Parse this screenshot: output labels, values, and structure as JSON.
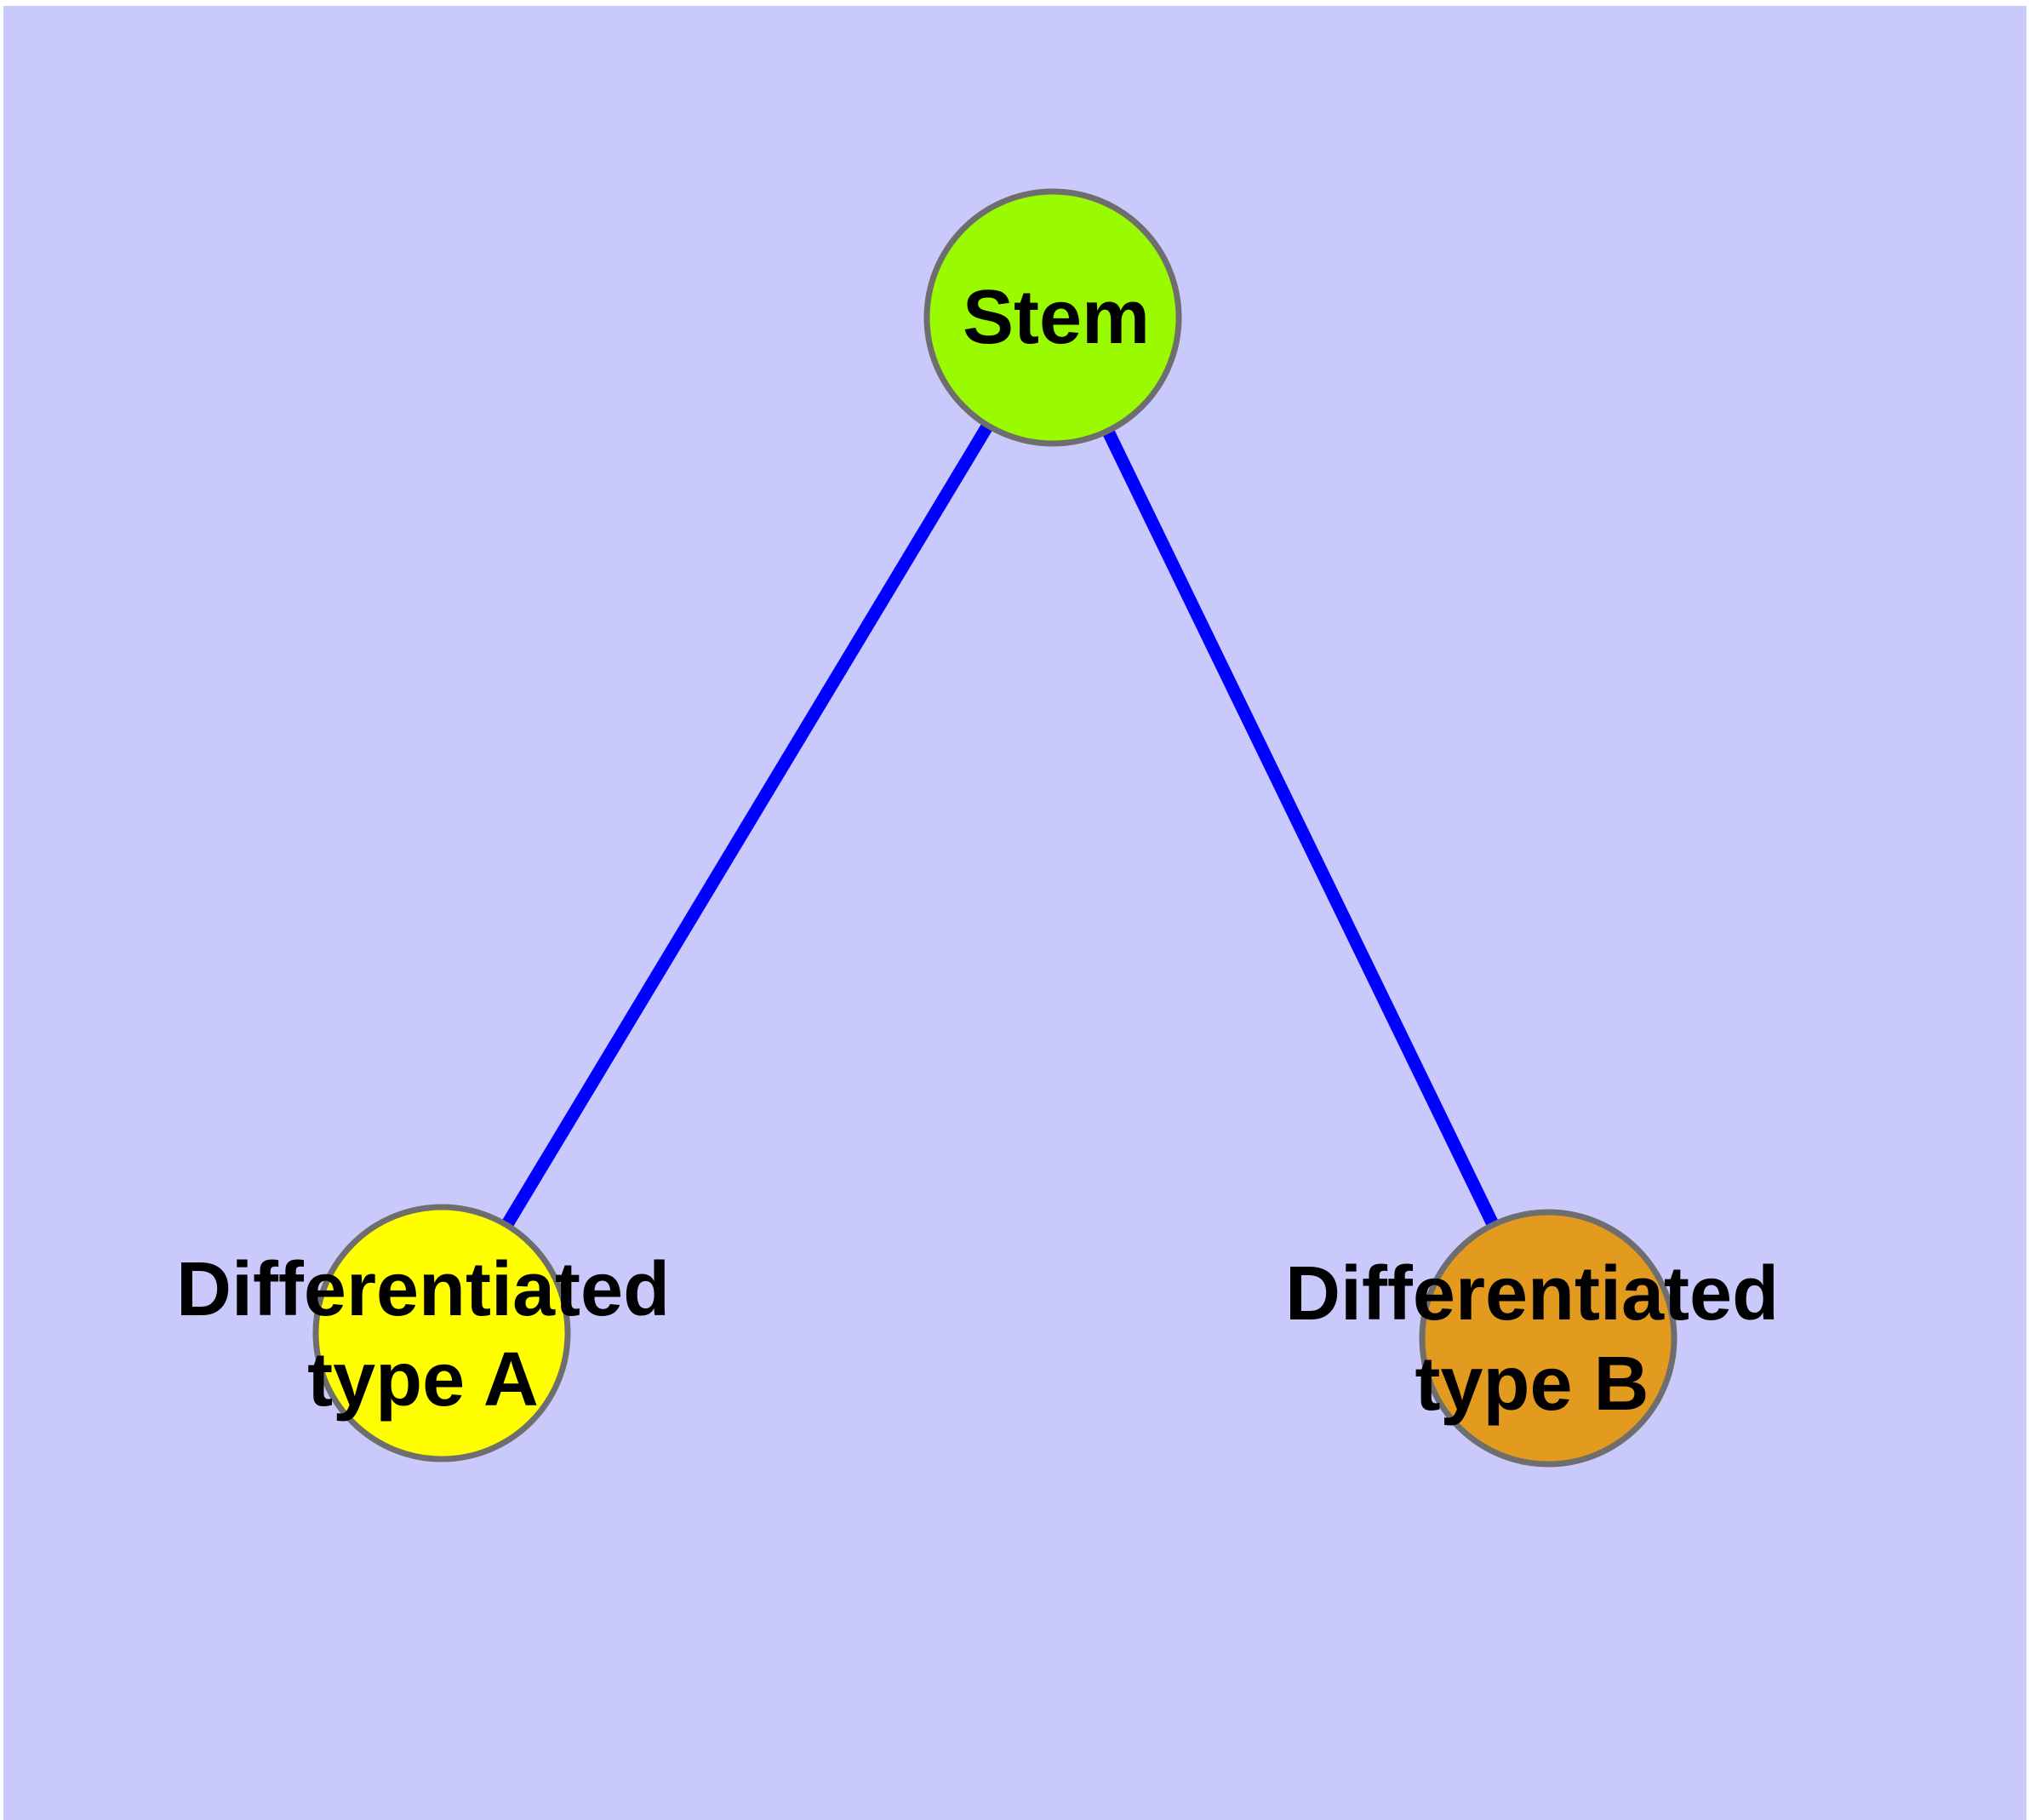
{
  "diagram": {
    "title": "",
    "background_color": "#c9c9fb",
    "frame_color": "#ffffff",
    "node_border_color": "#6e6e6e",
    "edge_color": "#0000ff",
    "nodes": {
      "stem": {
        "label": "Stem",
        "fill": "#9afb00"
      },
      "type_a": {
        "label": "Differentiated\ntype A",
        "fill": "#ffff00"
      },
      "type_b": {
        "label": "Differentiated\ntype B",
        "fill": "#e29a1f"
      }
    },
    "edges": [
      {
        "from": "stem",
        "to": "type_a"
      },
      {
        "from": "stem",
        "to": "type_b"
      }
    ]
  }
}
